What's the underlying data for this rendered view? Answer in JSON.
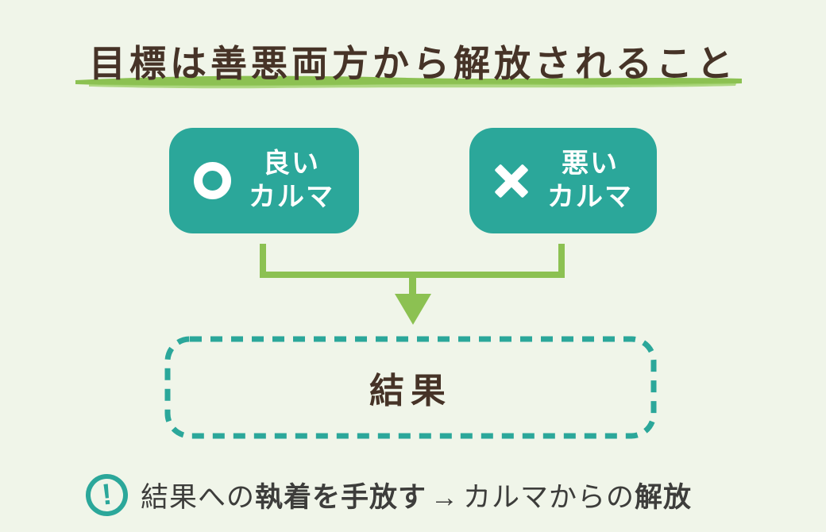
{
  "page": {
    "background": "#f0f5e9",
    "colors": {
      "teal": "#2ba79a",
      "green": "#8cc152",
      "title_brown": "#463327",
      "note_text": "#3d3d3b",
      "white": "#ffffff"
    }
  },
  "title": {
    "text": "目標は善悪両方から解放されること",
    "underline_icon": "green-brush-stroke"
  },
  "boxes": {
    "good": {
      "icon": "circle-outline-icon",
      "line1": "良い",
      "line2": "カルマ"
    },
    "bad": {
      "icon": "cross-icon",
      "line1": "悪い",
      "line2": "カルマ"
    }
  },
  "connector": {
    "shape": "two-verticals-merge-to-down-arrow",
    "color": "#8cc152"
  },
  "result": {
    "label": "結果",
    "border_style": "teal-dashed-rounded"
  },
  "note": {
    "icon": "exclamation-circle-icon",
    "part1": "結果への",
    "part2": "執着を手放す",
    "arrow": "→",
    "part3": "カルマからの",
    "part4": "解放"
  }
}
